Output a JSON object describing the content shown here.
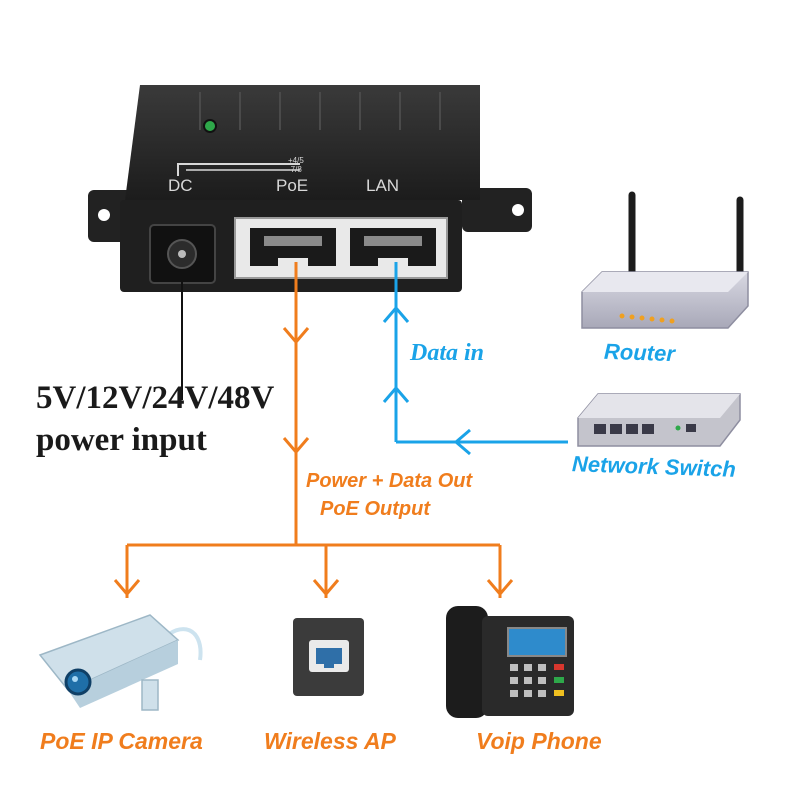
{
  "device": {
    "port_dc": "DC",
    "port_poe": "PoE",
    "port_lan": "LAN",
    "pin_top": "+4/5",
    "pin_bottom": "-7/8"
  },
  "labels": {
    "power_input_line1": "5V/12V/24V/48V",
    "power_input_line2": "power input",
    "data_in": "Data in",
    "power_data_out": "Power + Data Out",
    "poe_output": "PoE Output",
    "router": "Router",
    "network_switch": "Network Switch",
    "camera": "PoE IP Camera",
    "wireless_ap": "Wireless AP",
    "voip_phone": "Voip Phone"
  },
  "colors": {
    "power_line": "#f07d1d",
    "data_line": "#1aa3e8",
    "device_body": "#2a2a2a"
  },
  "icons": [
    "poe-injector-device",
    "router-icon",
    "network-switch-icon",
    "ip-camera-icon",
    "wireless-ap-icon",
    "voip-phone-icon"
  ]
}
